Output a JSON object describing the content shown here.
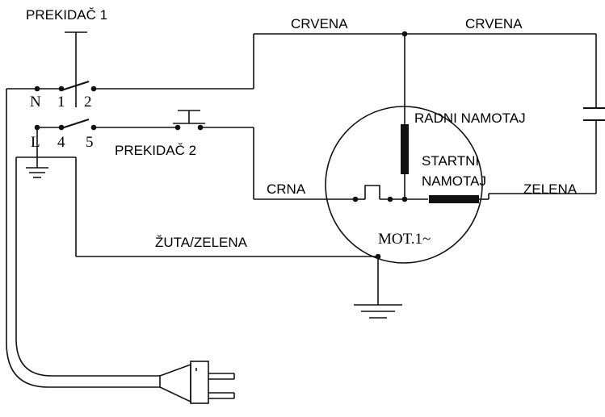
{
  "labels": {
    "switch1": "PREKIDAČ 1",
    "switch2": "PREKIDAČ 2",
    "red_left": "CRVENA",
    "red_right": "CRVENA",
    "run_winding": "RADNI NAMOTAJ",
    "start_winding_line1": "STARTNI",
    "start_winding_line2": "NAMOTAJ",
    "black": "CRNA",
    "green": "ZELENA",
    "yellow_green": "ŽUTA/ZELENA",
    "motor": "MOT.1~"
  },
  "terminals": {
    "n": "N",
    "t1": "1",
    "t2": "2",
    "l": "L",
    "t4": "4",
    "t5": "5"
  },
  "icons": [
    "capacitor-icon",
    "ground-icon",
    "plug-icon",
    "thermal-switch-icon",
    "push-switch-icon"
  ]
}
